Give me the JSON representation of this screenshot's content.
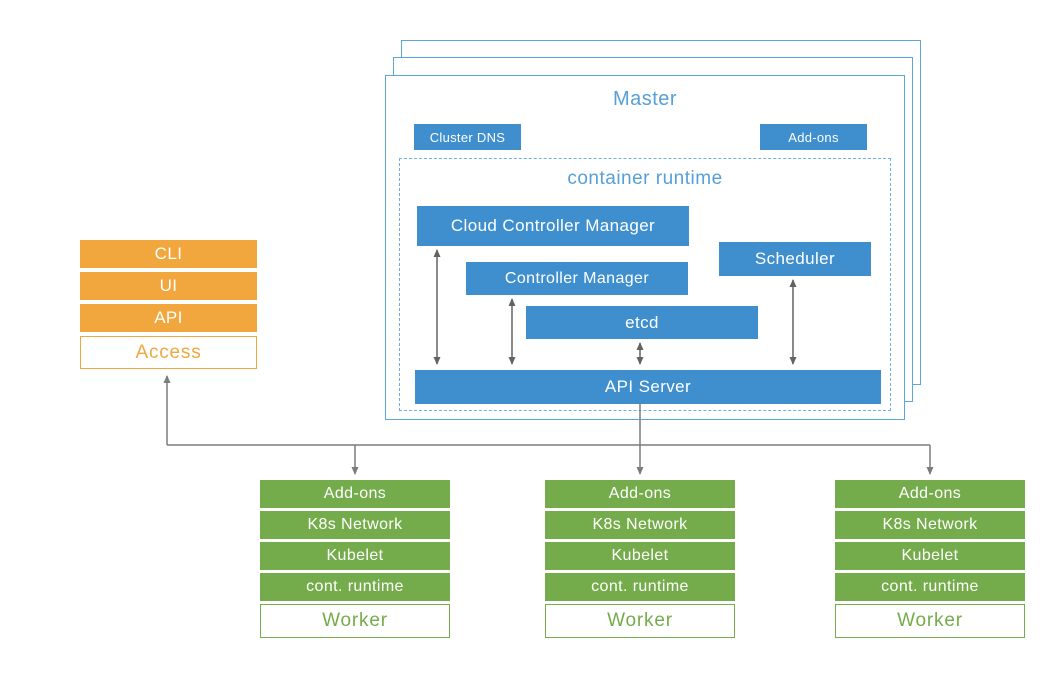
{
  "colors": {
    "blue": "#3f8fce",
    "light_blue": "#5ba7dc",
    "orange": "#f2a73e",
    "green": "#75ac4b",
    "connector_gray": "#7c7c7c",
    "internal_arrow_gray": "#636363"
  },
  "master": {
    "title": "Master",
    "cluster_dns_label": "Cluster DNS",
    "addons_label": "Add-ons",
    "container_runtime": {
      "title": "container runtime",
      "cloud_controller_manager_label": "Cloud Controller Manager",
      "controller_manager_label": "Controller Manager",
      "scheduler_label": "Scheduler",
      "etcd_label": "etcd",
      "api_server_label": "API Server"
    }
  },
  "access": {
    "items": [
      "CLI",
      "UI",
      "API"
    ],
    "label": "Access"
  },
  "worker": {
    "rows": [
      "Add-ons",
      "K8s Network",
      "Kubelet",
      "cont. runtime"
    ],
    "label": "Worker"
  }
}
